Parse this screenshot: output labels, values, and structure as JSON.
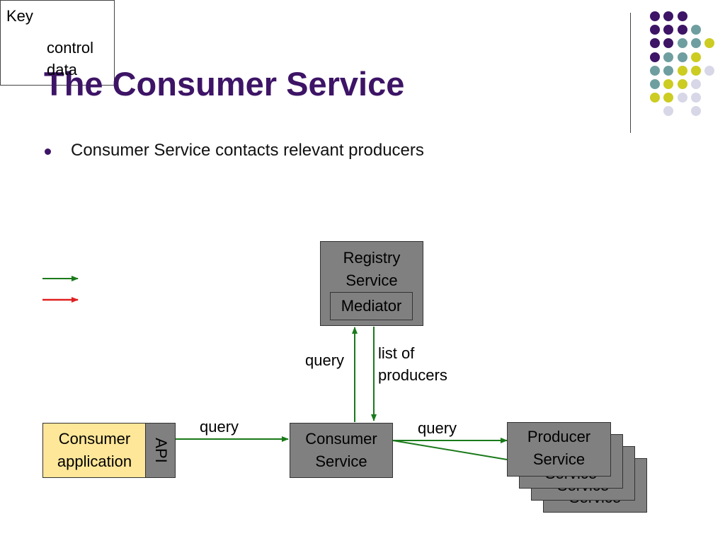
{
  "slide": {
    "title": "The Consumer Service",
    "bullets": [
      "Consumer Service contacts relevant producers"
    ]
  },
  "decoration": {
    "colors": {
      "purple": "#3d1466",
      "teal": "#6f9ea0",
      "yellow": "#cccc22",
      "lavender": "#d7d7e8"
    }
  },
  "key": {
    "title": "Key",
    "items": [
      {
        "label": "control",
        "color": "#1a7a1a"
      },
      {
        "label": "data",
        "color": "#e02020"
      }
    ]
  },
  "nodes": {
    "registry": {
      "line1": "Registry",
      "line2": "Service",
      "inner": "Mediator"
    },
    "consumer_app": {
      "line1": "Consumer",
      "line2": "application",
      "api": "API"
    },
    "consumer_service": {
      "line1": "Consumer",
      "line2": "Service"
    },
    "producer": {
      "line1": "Producer",
      "line2": "Service",
      "stack_text": "Service"
    }
  },
  "edges": {
    "app_to_consumer": "query",
    "consumer_to_registry": "query",
    "registry_to_consumer_line1": "list of",
    "registry_to_consumer_line2": "producers",
    "consumer_to_producer": "query"
  }
}
